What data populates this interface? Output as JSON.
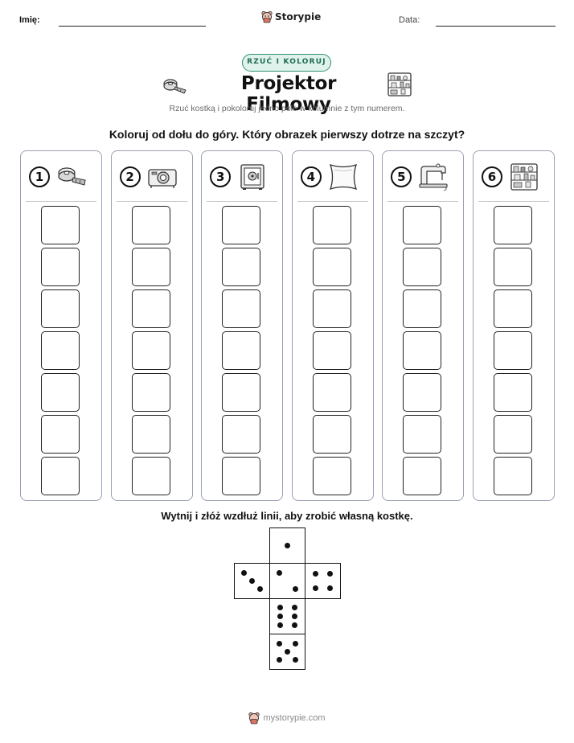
{
  "header": {
    "name_label": "Imię:",
    "date_label": "Data:",
    "brand": "Storypie"
  },
  "badge": "RZUĆ I KOLORUJ",
  "title": "Projektor Filmowy",
  "subtitle": "Rzuć kostką i pokoloruj jedno pole w kolumnie z tym numerem.",
  "instruction": "Koloruj od dołu do góry. Który obrazek pierwszy dotrze na szczyt?",
  "columns": [
    {
      "number": "1",
      "icon": "film-reel-icon"
    },
    {
      "number": "2",
      "icon": "projector-icon"
    },
    {
      "number": "3",
      "icon": "safe-icon"
    },
    {
      "number": "4",
      "icon": "pillow-icon"
    },
    {
      "number": "5",
      "icon": "sewing-machine-icon"
    },
    {
      "number": "6",
      "icon": "shelf-icon"
    }
  ],
  "cells_per_column": 7,
  "cut_instruction": "Wytnij i złóż wzdłuż linii, aby zrobić własną kostkę.",
  "die_faces": [
    1,
    3,
    2,
    4,
    6,
    5
  ],
  "footer": "mystorypie.com",
  "colors": {
    "badge_border": "#2f8f72",
    "badge_fill": "#dff3ec",
    "column_border": "#9aa0b4"
  }
}
